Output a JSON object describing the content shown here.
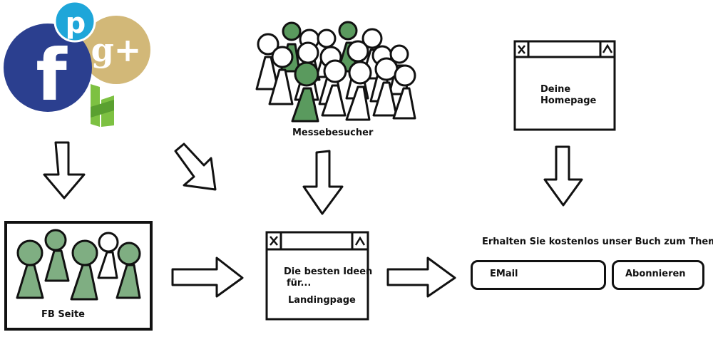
{
  "sources": {
    "social_icons": [
      "facebook-icon",
      "pinterest-icon",
      "google-plus-icon",
      "houzz-icon"
    ],
    "colors": {
      "facebook": "#2b3f8f",
      "pinterest": "#1ea6d9",
      "google_plus": "#d2b878",
      "houzz": "#7dc142"
    }
  },
  "crowd": {
    "label": "Messebesucher"
  },
  "homepage_window": {
    "text_line1": "Deine",
    "text_line2": "Homepage"
  },
  "fb_page": {
    "label": "FB Seite"
  },
  "landing_window": {
    "text_line1": "Die besten Ideen",
    "text_line2": "für...",
    "text_line3": "Landingpage"
  },
  "signup": {
    "headline": "Erhalten Sie kostenlos unser Buch zum Thema...",
    "email_label": "EMail",
    "submit_label": "Abonnieren"
  },
  "colors": {
    "figure_green": "#5a9a5e",
    "figure_light_green": "#7fae82",
    "ink": "#111111"
  }
}
